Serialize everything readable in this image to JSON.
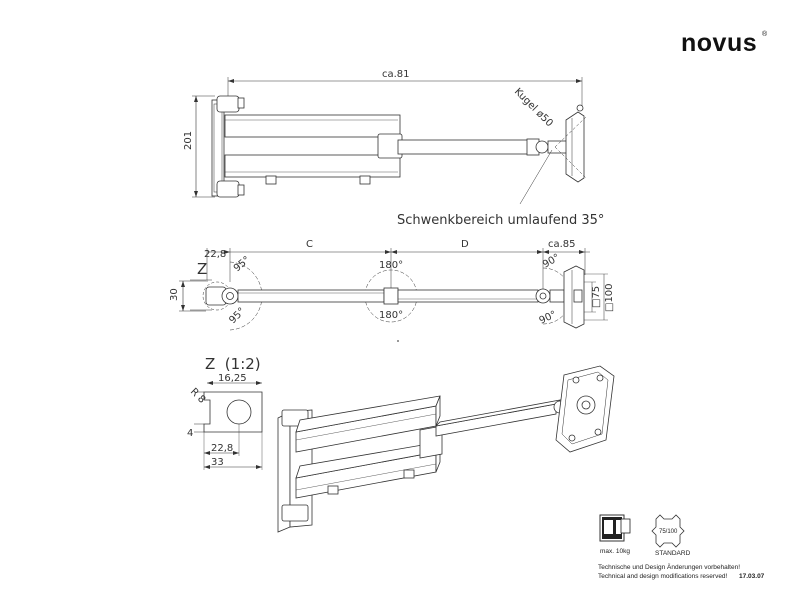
{
  "brand": {
    "logo": "novus",
    "logo_mark": "®"
  },
  "top_view": {
    "dim_length": "ca.81",
    "dim_height": "201",
    "ball_label": "Kugel ø50",
    "swivel_note": "Schwenkbereich umlaufend 35°"
  },
  "front_view": {
    "dim_22_8": "22,8",
    "dim_c": "C",
    "dim_d": "D",
    "dim_ca85": "ca.85",
    "label_z": "Z",
    "dim_30": "30",
    "angle_95_top": "95°",
    "angle_95_bottom": "95°",
    "angle_180_top": "180°",
    "angle_180_bottom": "180°",
    "angle_90_top": "90°",
    "angle_90_bottom": "90°",
    "dim_75": "□75",
    "dim_100": "□100"
  },
  "detail_z": {
    "title": "Z  (1:2)",
    "dim_16_25": "16,25",
    "dim_r8": "R 8",
    "dim_4": "4",
    "dim_22_8": "22,8",
    "dim_33": "33"
  },
  "badges": {
    "max_load": "max. 10kg",
    "vesa_label": "75/100",
    "standard": "STANDARD"
  },
  "footer": {
    "note_de": "Technische und Design Änderungen vorbehalten!",
    "note_en": "Technical and design modifications reserved!",
    "date": "17.03.07"
  }
}
